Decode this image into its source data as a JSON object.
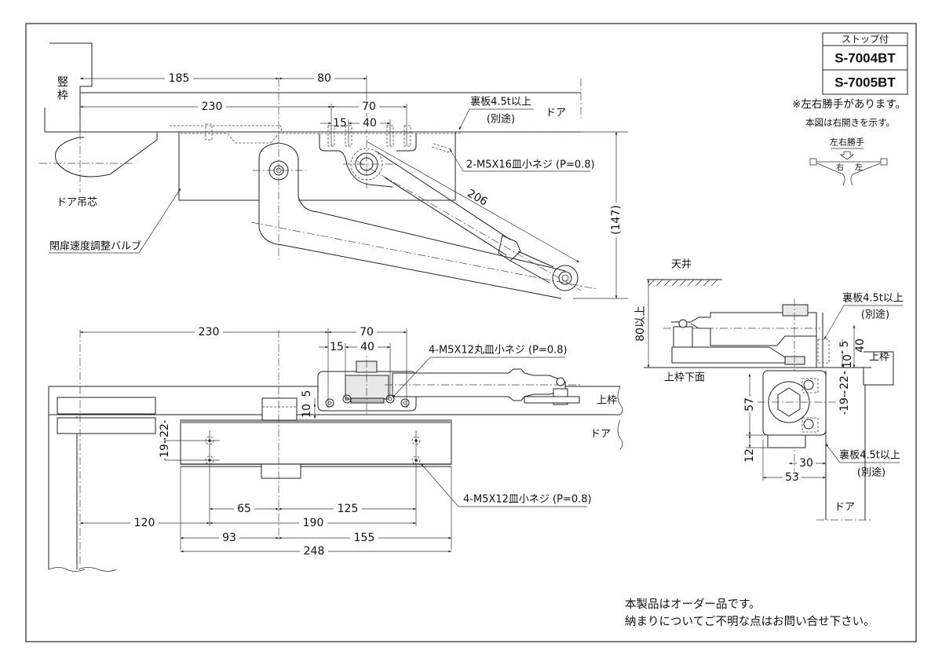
{
  "title_block": {
    "header": "ストップ付",
    "models": [
      "S-7004BT",
      "S-7005BT"
    ],
    "note_handed": "※左右勝手があります。",
    "note_drawing": "本図は右開きを示す。",
    "handing_label": "左右勝手",
    "handing_right": "右",
    "handing_left": "左"
  },
  "top_view": {
    "frame_label": "竪枠",
    "door_label": "ドア",
    "pivot_label": "ドア吊芯",
    "valve_label": "閉扉速度調整バルブ",
    "backplate_label": "裏板4.5t以上",
    "backplate_sub": "(別途)",
    "screw_label": "2-M5X16皿小ネジ (P=0.8)",
    "dims": {
      "d185": "185",
      "d80": "80",
      "d230": "230",
      "d70": "70",
      "d15": "15",
      "d40": "40",
      "d206": "206",
      "d147": "(147)"
    }
  },
  "front_view": {
    "frame_label": "上枠",
    "door_label": "ドア",
    "screw_top_label": "4-M5X12丸皿小ネジ (P=0.8)",
    "screw_bottom_label": "4-M5X12皿小ネジ (P=0.8)",
    "dims": {
      "d230": "230",
      "d70": "70",
      "d15": "15",
      "d40": "40",
      "d5": "5",
      "d10": "10",
      "d22": "22",
      "d19": "19",
      "d65": "65",
      "d125": "125",
      "d120": "120",
      "d190": "190",
      "d93": "93",
      "d155": "155",
      "d248": "248"
    }
  },
  "side_view": {
    "ceiling_label": "天井",
    "frame_bottom_label": "上枠下面",
    "frame_label": "上枠",
    "door_label": "ドア",
    "backplate_label": "裏板4.5t以上",
    "backplate_sub": "(別途)",
    "backplate2_label": "裏板4.5t以上",
    "backplate2_sub": "(別途)",
    "dims": {
      "d80": "80以上",
      "d5": "5",
      "d40": "40",
      "d10": "10",
      "d22": "22",
      "d19": "19",
      "d57": "57",
      "d12": "12",
      "d30": "30",
      "d53": "53"
    }
  },
  "footer": {
    "line1": "本製品はオーダー品です。",
    "line2": "納まりについてご不明な点はお問い合せ下さい。"
  }
}
